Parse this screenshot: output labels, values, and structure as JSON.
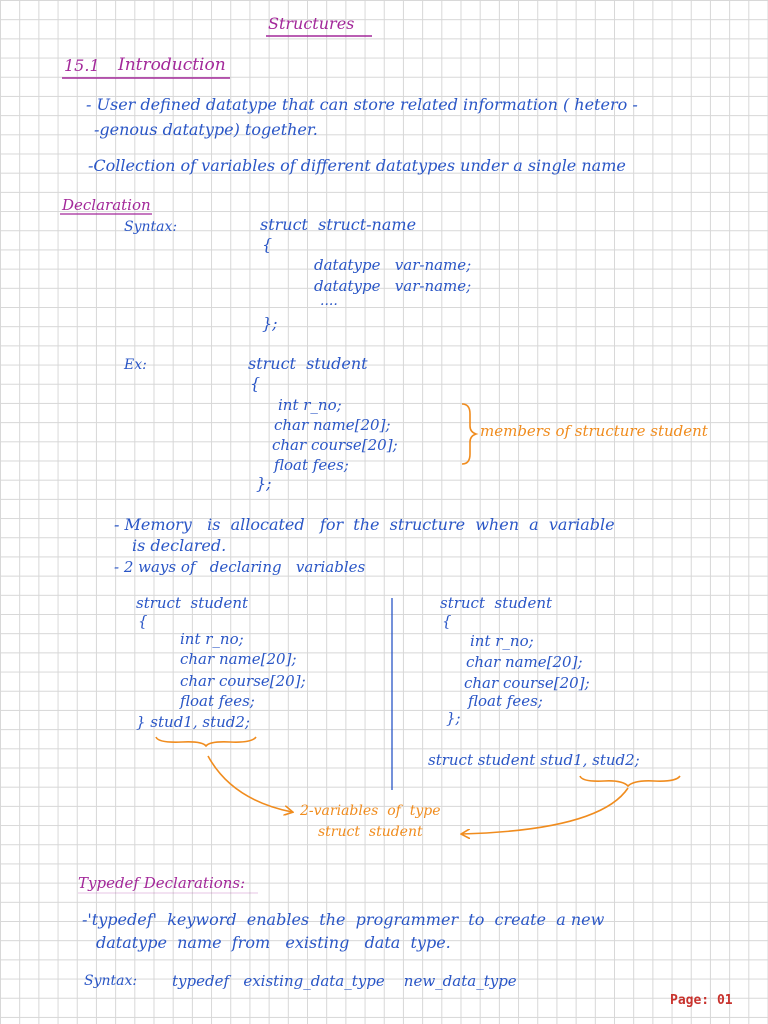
{
  "title": "Structures",
  "section": {
    "number": "15.1",
    "heading": "Introduction"
  },
  "intro": {
    "bullet1_line1": "- User defined datatype that can store related information ( hetero -",
    "bullet1_line2": "-genous datatype) together.",
    "bullet2": "-Collection of variables of different datatypes under a single name"
  },
  "declaration": {
    "heading": "Declaration",
    "syntax_label": "Syntax:",
    "syntax_code": [
      "struct  struct-name",
      "{",
      "datatype   var-name;",
      "datatype   var-name;",
      "....",
      "};"
    ]
  },
  "example": {
    "label": "Ex:",
    "code": [
      "struct  student",
      "{",
      "int r_no;",
      "char name[20];",
      "char course[20];",
      "float fees;",
      "};"
    ],
    "annotation": "members of structure student"
  },
  "memory": {
    "line1": "- Memory   is  allocated   for  the  structure  when  a  variable",
    "line2": "is declared.",
    "line3": "- 2 ways of   declaring   variables"
  },
  "ways": {
    "left_code": [
      "struct  student",
      "{",
      "int r_no;",
      "char name[20];",
      "char course[20];",
      "float fees;",
      "} stud1, stud2;"
    ],
    "right_code": [
      "struct  student",
      "{",
      "int r_no;",
      "char name[20];",
      "char course[20];",
      "float fees;",
      "};"
    ],
    "right_decl": "struct student stud1, stud2;",
    "caption_line1": "2-variables  of  type",
    "caption_line2": "struct  student"
  },
  "typedef": {
    "heading": "Typedef Declarations:",
    "line1": "-'typedef'  keyword  enables  the  programmer  to  create  a new",
    "line2": "datatype  name  from   existing   data  type.",
    "syntax_label": "Syntax:",
    "syntax_code": "typedef   existing_data_type    new_data_type"
  },
  "footer": {
    "page": "Page: 01"
  },
  "colors": {
    "blue": "#2a56c6",
    "purple": "#a3289a",
    "orange": "#f08c1e",
    "red": "#c8322d",
    "grid": "#d7d7d7"
  }
}
